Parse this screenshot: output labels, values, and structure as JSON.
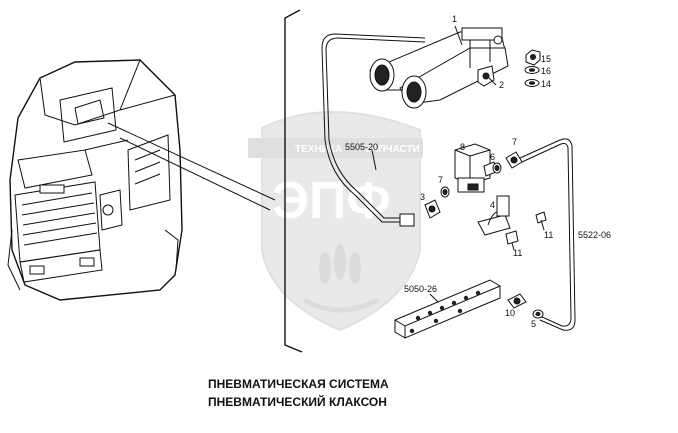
{
  "watermark": {
    "banner_left": "ТЕХНИКА",
    "banner_right": "ЗАПЧАСТИ",
    "logo_text": "ЭПФ"
  },
  "assembly_codes": {
    "pipe_horn": "5505-20",
    "pipe_right": "5522-06",
    "manifold": "5050-26"
  },
  "part_numbers": {
    "horn": "1",
    "bracket": "2",
    "nut": "15",
    "washer": "16",
    "lock_washer": "14",
    "fitting_left": "3",
    "fitting_7": "7",
    "solenoid": "8",
    "fitting_6": "6",
    "fitting_top": "7",
    "clamp": "4",
    "bolt_upper": "11",
    "bolt_lower": "11",
    "sensor": "10",
    "plug": "5"
  },
  "caption": {
    "line1": "ПНЕВМАТИЧЕСКАЯ СИСТЕМА",
    "line2": "ПНЕВМАТИЧЕСКИЙ КЛАКСОН"
  }
}
